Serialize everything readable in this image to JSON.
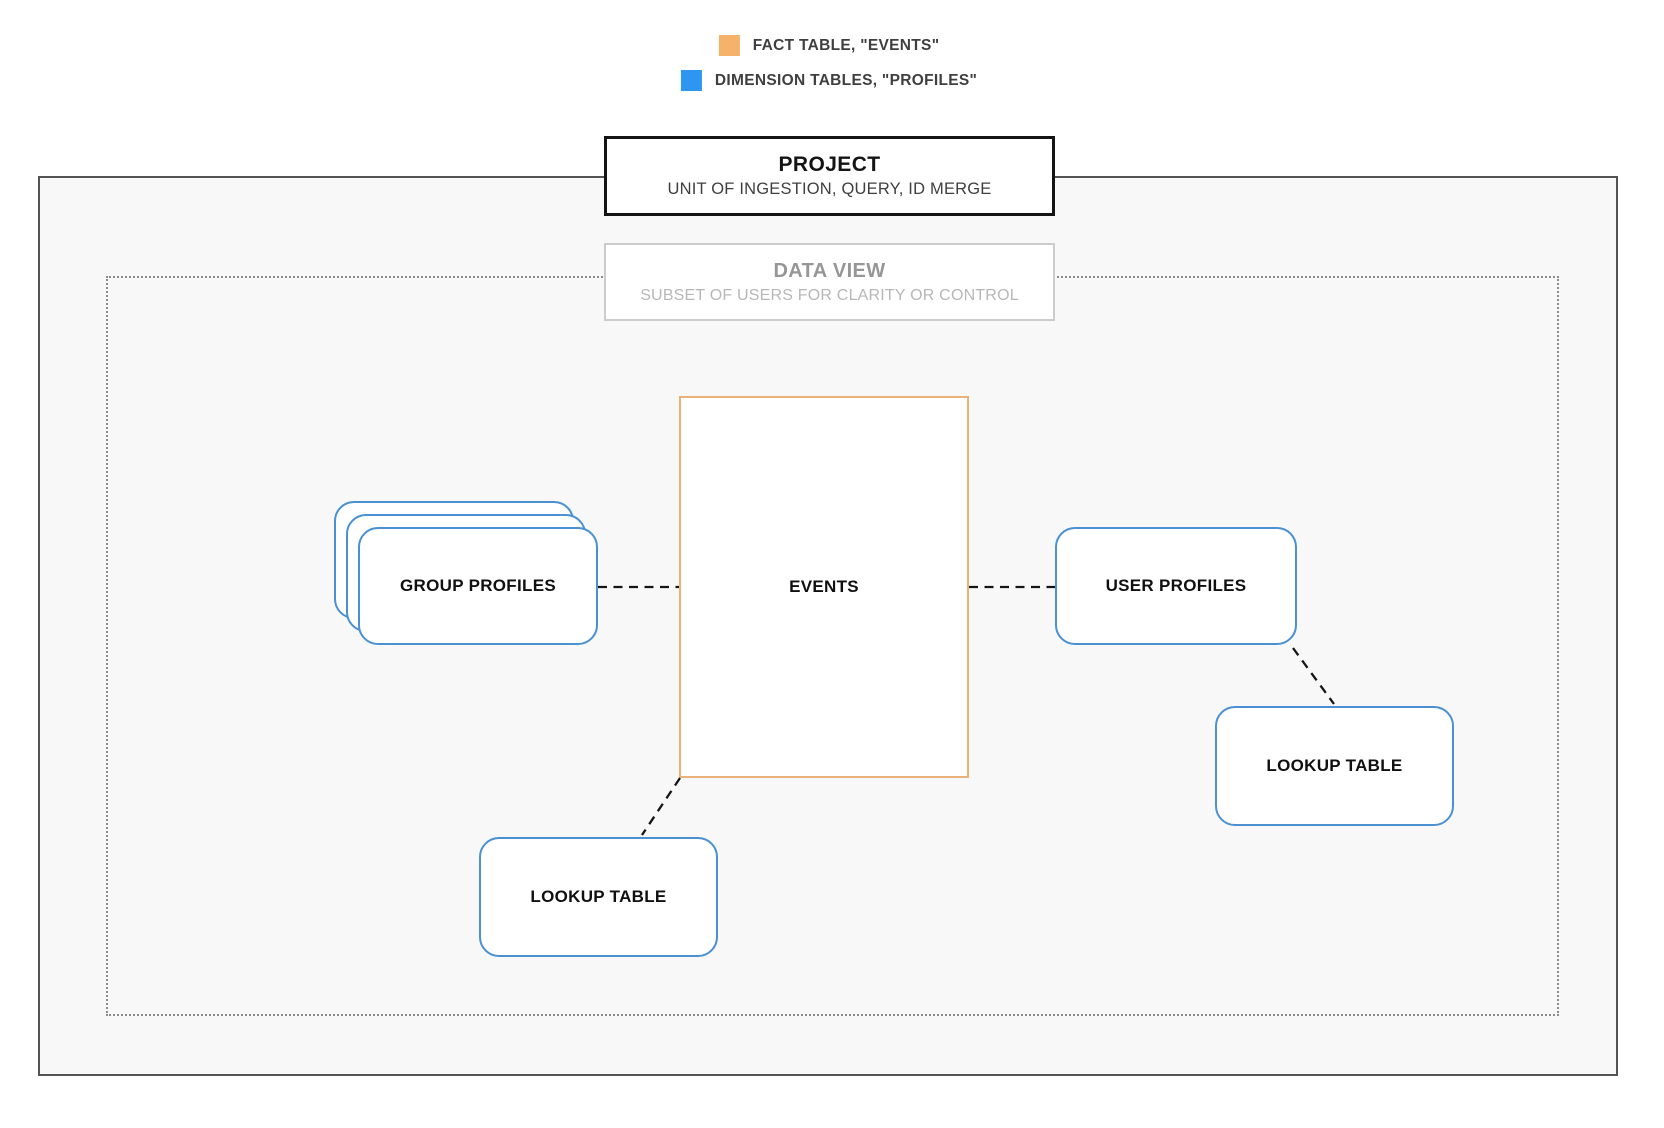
{
  "legend": {
    "items": [
      {
        "label": "FACT TABLE, \"EVENTS\"",
        "swatch_color": "#f6b26b"
      },
      {
        "label": "DIMENSION TABLES, \"PROFILES\"",
        "swatch_color": "#2e96f0"
      }
    ]
  },
  "project_box": {
    "title": "PROJECT",
    "subtitle": "UNIT OF INGESTION, QUERY, ID MERGE"
  },
  "data_view_box": {
    "title": "DATA VIEW",
    "subtitle": "SUBSET OF USERS FOR CLARITY OR CONTROL"
  },
  "nodes": {
    "events": {
      "label": "EVENTS",
      "role": "fact-table",
      "border_color": "#e9b277"
    },
    "group_profiles": {
      "label": "GROUP PROFILES",
      "role": "dimension-table",
      "border_color": "#4a90d2",
      "stacked": true
    },
    "user_profiles": {
      "label": "USER PROFILES",
      "role": "dimension-table",
      "border_color": "#4a90d2"
    },
    "lookup_table_right": {
      "label": "LOOKUP TABLE",
      "role": "dimension-table",
      "border_color": "#4a90d2"
    },
    "lookup_table_bottom": {
      "label": "LOOKUP TABLE",
      "role": "dimension-table",
      "border_color": "#4a90d2"
    }
  },
  "connections": [
    {
      "from": "group_profiles",
      "to": "events",
      "style": "dashed"
    },
    {
      "from": "events",
      "to": "user_profiles",
      "style": "dashed"
    },
    {
      "from": "user_profiles",
      "to": "lookup_table_right",
      "style": "dashed"
    },
    {
      "from": "events",
      "to": "lookup_table_bottom",
      "style": "dashed"
    }
  ],
  "colors": {
    "outer_rect_fill": "#f8f8f9",
    "outer_rect_border": "#545454",
    "dotted_rect_border": "#8b8b8b",
    "connector": "#151515",
    "fact_orange": "#e9b277",
    "dimension_blue": "#4a90d2",
    "legend_orange": "#f6b26b",
    "legend_blue": "#2e96f0"
  }
}
